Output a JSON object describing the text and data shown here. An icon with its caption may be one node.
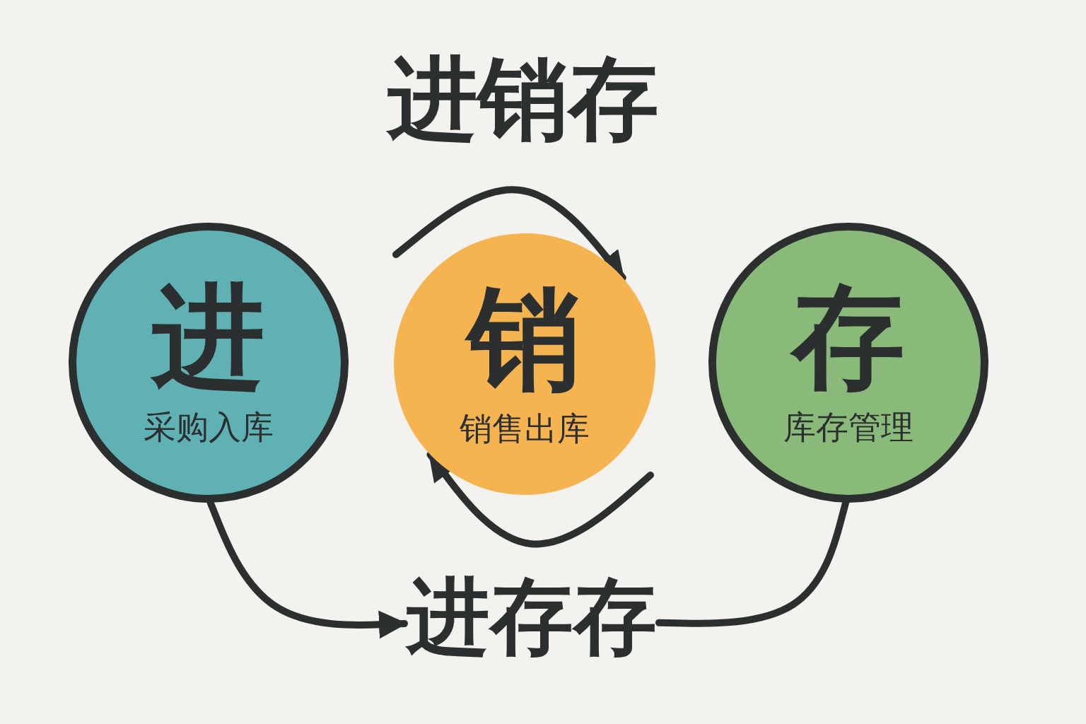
{
  "diagram": {
    "title": "进销存",
    "nodes": [
      {
        "text": [
          "进",
          "采购入库"
        ]
      },
      {
        "text": [
          "销",
          "销售出库"
        ]
      },
      {
        "text": [
          "存",
          "库存管理"
        ]
      },
      {
        "text": [
          "进存存"
        ]
      }
    ],
    "edges": [
      {
        "from": null,
        "to": 1,
        "arrow": "to"
      },
      {
        "from": null,
        "to": 1,
        "arrow": "to"
      },
      {
        "from": 0,
        "to": 3,
        "arrow": "to"
      },
      {
        "from": 2,
        "to": 3,
        "arrow": "none"
      }
    ]
  }
}
